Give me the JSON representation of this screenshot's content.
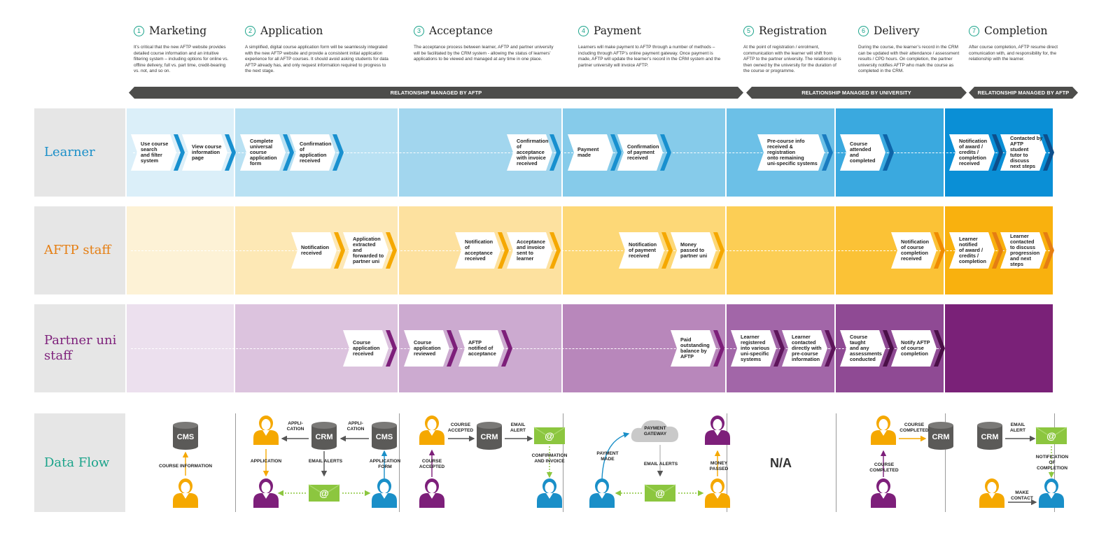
{
  "stages": [
    {
      "num": "1",
      "title": "Marketing",
      "desc": "It’s critical that the new AFTP website provides detailed course information and an intuitive filtering system – including options for online vs. offline delivery, full vs. part time, credit-bearing vs. not, and so on."
    },
    {
      "num": "2",
      "title": "Application",
      "desc": "A simplified, digital course application form will be seamlessly integrated with the new AFTP website and provide a consistent initial application experience for all AFTP courses. It should avoid asking students for data AFTP already has, and only request information required to progress to the next stage."
    },
    {
      "num": "3",
      "title": "Acceptance",
      "desc": "The acceptance process between learner, AFTP and partner university will be facilitated by the CRM system - allowing the status of learners’ applications to be viewed and managed at any time in one place."
    },
    {
      "num": "4",
      "title": "Payment",
      "desc": "Learners will make payment to AFTP through a number of methods – including through AFTP’s online payment gateway. Once payment is made, AFTP will update the learner’s record in the CRM system and the partner university will invoice AFTP."
    },
    {
      "num": "5",
      "title": "Registration",
      "desc": "At the point of registration / enrolment, communication with the learner will shift from AFTP to the partner university. The relationship is then owned by the university for the duration of the course or programme."
    },
    {
      "num": "6",
      "title": "Delivery",
      "desc": "During the course, the learner’s record in the CRM can be updated with their attendance / assessment results / CPD hours. On completion, the partner university notifies AFTP who mark the course as completed in the CRM."
    },
    {
      "num": "7",
      "title": "Completion",
      "desc": "After course completion, AFTP resume direct comunication with, and responsibility for, the relationship with the learner."
    }
  ],
  "banners": [
    "RELATIONSHIP MANAGED BY AFTP",
    "RELATIONSHIP MANAGED BY UNIVERSITY",
    "RELATIONSHIP MANAGED BY AFTP"
  ],
  "lanes": {
    "learner": {
      "label": "Learner",
      "color": "#1a8fc8",
      "cells": [
        "#dbeff9",
        "#b9e1f3",
        "#a2d6ee",
        "#86cbea",
        "#6cc0e7",
        "#3aa9df",
        "#0a8fd6"
      ],
      "accent": [
        "#1890cf",
        "#1890cf",
        "#1890cf",
        "#1890cf",
        "#1a7cc0",
        "#0d64a8",
        "#0d4f8c"
      ],
      "steps": [
        {
          "stage": 0,
          "pos": 0,
          "text": "Use course\nsearch\nand filter\nsystem"
        },
        {
          "stage": 0,
          "pos": 1,
          "text": "View course\ninformation\npage"
        },
        {
          "stage": 1,
          "pos": 0,
          "text": "Complete\nuniversal\ncourse\napplication\nform"
        },
        {
          "stage": 1,
          "pos": 1,
          "text": "Confirmation\nof application\nreceived"
        },
        {
          "stage": 2,
          "pos": 2,
          "text": "Confirmation\nof acceptance\nwith invoice\nreceived"
        },
        {
          "stage": 3,
          "pos": 0,
          "text": "Payment\nmade"
        },
        {
          "stage": 3,
          "pos": 1,
          "text": "Confirmation\nof payment\nreceived"
        },
        {
          "stage": 4,
          "pos": 2,
          "text": "Pre-course info\nreceived &\nregistration\nonto remaining\nuni-specific systems"
        },
        {
          "stage": 5,
          "pos": 0,
          "text": "Course\nattended\nand\ncompleted"
        },
        {
          "stage": 6,
          "pos": 0,
          "text": "Notification\nof award /\ncredits /\ncompletion\nreceived"
        },
        {
          "stage": 6,
          "pos": 1,
          "text": "Contacted by\nAFTP student\ntutor to\ndiscuss\nnext steps"
        }
      ]
    },
    "aftp": {
      "label": "AFTP staff",
      "color": "#e57e12",
      "cells": [
        "#fdf2d6",
        "#fde8b5",
        "#fde19f",
        "#fdd877",
        "#fcce55",
        "#fbc236",
        "#f9b10e"
      ],
      "accent": [
        "#f5a800",
        "#f5a800",
        "#f5a800",
        "#f5a800",
        "#f5a800",
        "#f08c00",
        "#e57e12"
      ],
      "steps": [
        {
          "stage": 1,
          "pos": 1,
          "text": "Notification\nreceived"
        },
        {
          "stage": 1,
          "pos": 2,
          "text": "Application\nextracted and\nforwarded to\npartner uni"
        },
        {
          "stage": 2,
          "pos": 1,
          "text": "Notification\nof\nacceptance\nreceived"
        },
        {
          "stage": 2,
          "pos": 2,
          "text": "Acceptance\nand invoice\nsent to\nlearner"
        },
        {
          "stage": 3,
          "pos": 1,
          "text": "Notification\nof payment\nreceived"
        },
        {
          "stage": 3,
          "pos": 2,
          "text": "Money\npassed to\npartner uni"
        },
        {
          "stage": 5,
          "pos": 1,
          "text": "Notification\nof course\ncompletion\nreceived"
        },
        {
          "stage": 6,
          "pos": 0,
          "text": "Learner\nnotified\nof award /\ncredits /\ncompletion"
        },
        {
          "stage": 6,
          "pos": 1,
          "text": "Learner\ncontacted\nto discuss\nprogression\nand next\nsteps"
        }
      ]
    },
    "uni": {
      "label": "Partner uni\nstaff",
      "color": "#7d1f7a",
      "cells": [
        "#ece0ee",
        "#dcc3de",
        "#ccaad0",
        "#b887bb",
        "#a266a8",
        "#8f4a94",
        "#7a2178"
      ],
      "accent": [
        "#7d1f7a",
        "#7d1f7a",
        "#7d1f7a",
        "#7d1f7a",
        "#5e155b",
        "#4a0f47",
        "#3d0c3b"
      ],
      "steps": [
        {
          "stage": 1,
          "pos": 2,
          "text": "Course\napplication\nreceived"
        },
        {
          "stage": 2,
          "pos": 0,
          "text": "Course\napplication\nreviewed"
        },
        {
          "stage": 2,
          "pos": 1,
          "text": "AFTP\nnotified of\nacceptance"
        },
        {
          "stage": 3,
          "pos": 2,
          "text": "Paid\noutstanding\nbalance by\nAFTP"
        },
        {
          "stage": 4,
          "pos": 0,
          "text": "Learner\nregistered\ninto various\nuni-specific\nsystems"
        },
        {
          "stage": 4,
          "pos": 1,
          "text": "Learner\ncontacted\ndirectly with\npre-course\ninformation"
        },
        {
          "stage": 5,
          "pos": 0,
          "text": "Course\ntaught\nand any\nassessments\nconducted"
        },
        {
          "stage": 5,
          "pos": 1,
          "text": "Notify AFTP\nof course\ncompletion"
        }
      ]
    }
  },
  "dataflow": {
    "label": "Data Flow",
    "color": "#1aa38a",
    "cms": "CMS",
    "crm": "CRM",
    "payment_gateway": "PAYMENT\nGATEWAY",
    "na": "N/A",
    "labels": {
      "course_information": "COURSE INFORMATION",
      "application_left": "APPLI-\nCATION",
      "application_right": "APPLI-\nCATION",
      "application_down": "APPLICATION",
      "email_alerts": "EMAIL ALERTS",
      "application_form": "APPLICATION\nFORM",
      "course_accepted_top": "COURSE\nACCEPTED",
      "email_alert_s3": "EMAIL\nALERT",
      "course_accepted_side": "COURSE\nACCEPTED",
      "confirmation_invoice": "CONFIRMATION\nAND INVOICE",
      "payment_made": "PAYMENT\nMADE",
      "email_alerts_s4": "EMAIL ALERTS",
      "money_passed": "MONEY\nPASSED",
      "course_completed_top": "COURSE\nCOMPLETED",
      "course_completed_side": "COURSE\nCOMPLETED",
      "email_alert_s7": "EMAIL\nALERT",
      "notification_completion": "NOTIFICATION\nOF\nCOMPLETION",
      "make_contact": "MAKE\nCONTACT"
    }
  },
  "colors": {
    "learner": "#1a8fc8",
    "aftp": "#f5a800",
    "uni": "#7d1f7a",
    "grey": "#555555",
    "email": "#8cc63f",
    "teal": "#1aa38a"
  }
}
